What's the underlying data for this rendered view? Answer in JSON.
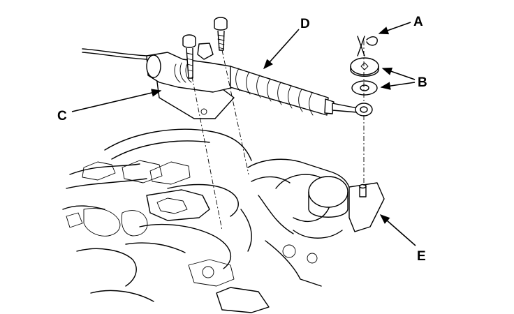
{
  "callouts": [
    {
      "id": "A",
      "label": "A"
    },
    {
      "id": "B",
      "label": "B"
    },
    {
      "id": "C",
      "label": "C"
    },
    {
      "id": "D",
      "label": "D"
    },
    {
      "id": "E",
      "label": "E"
    }
  ]
}
